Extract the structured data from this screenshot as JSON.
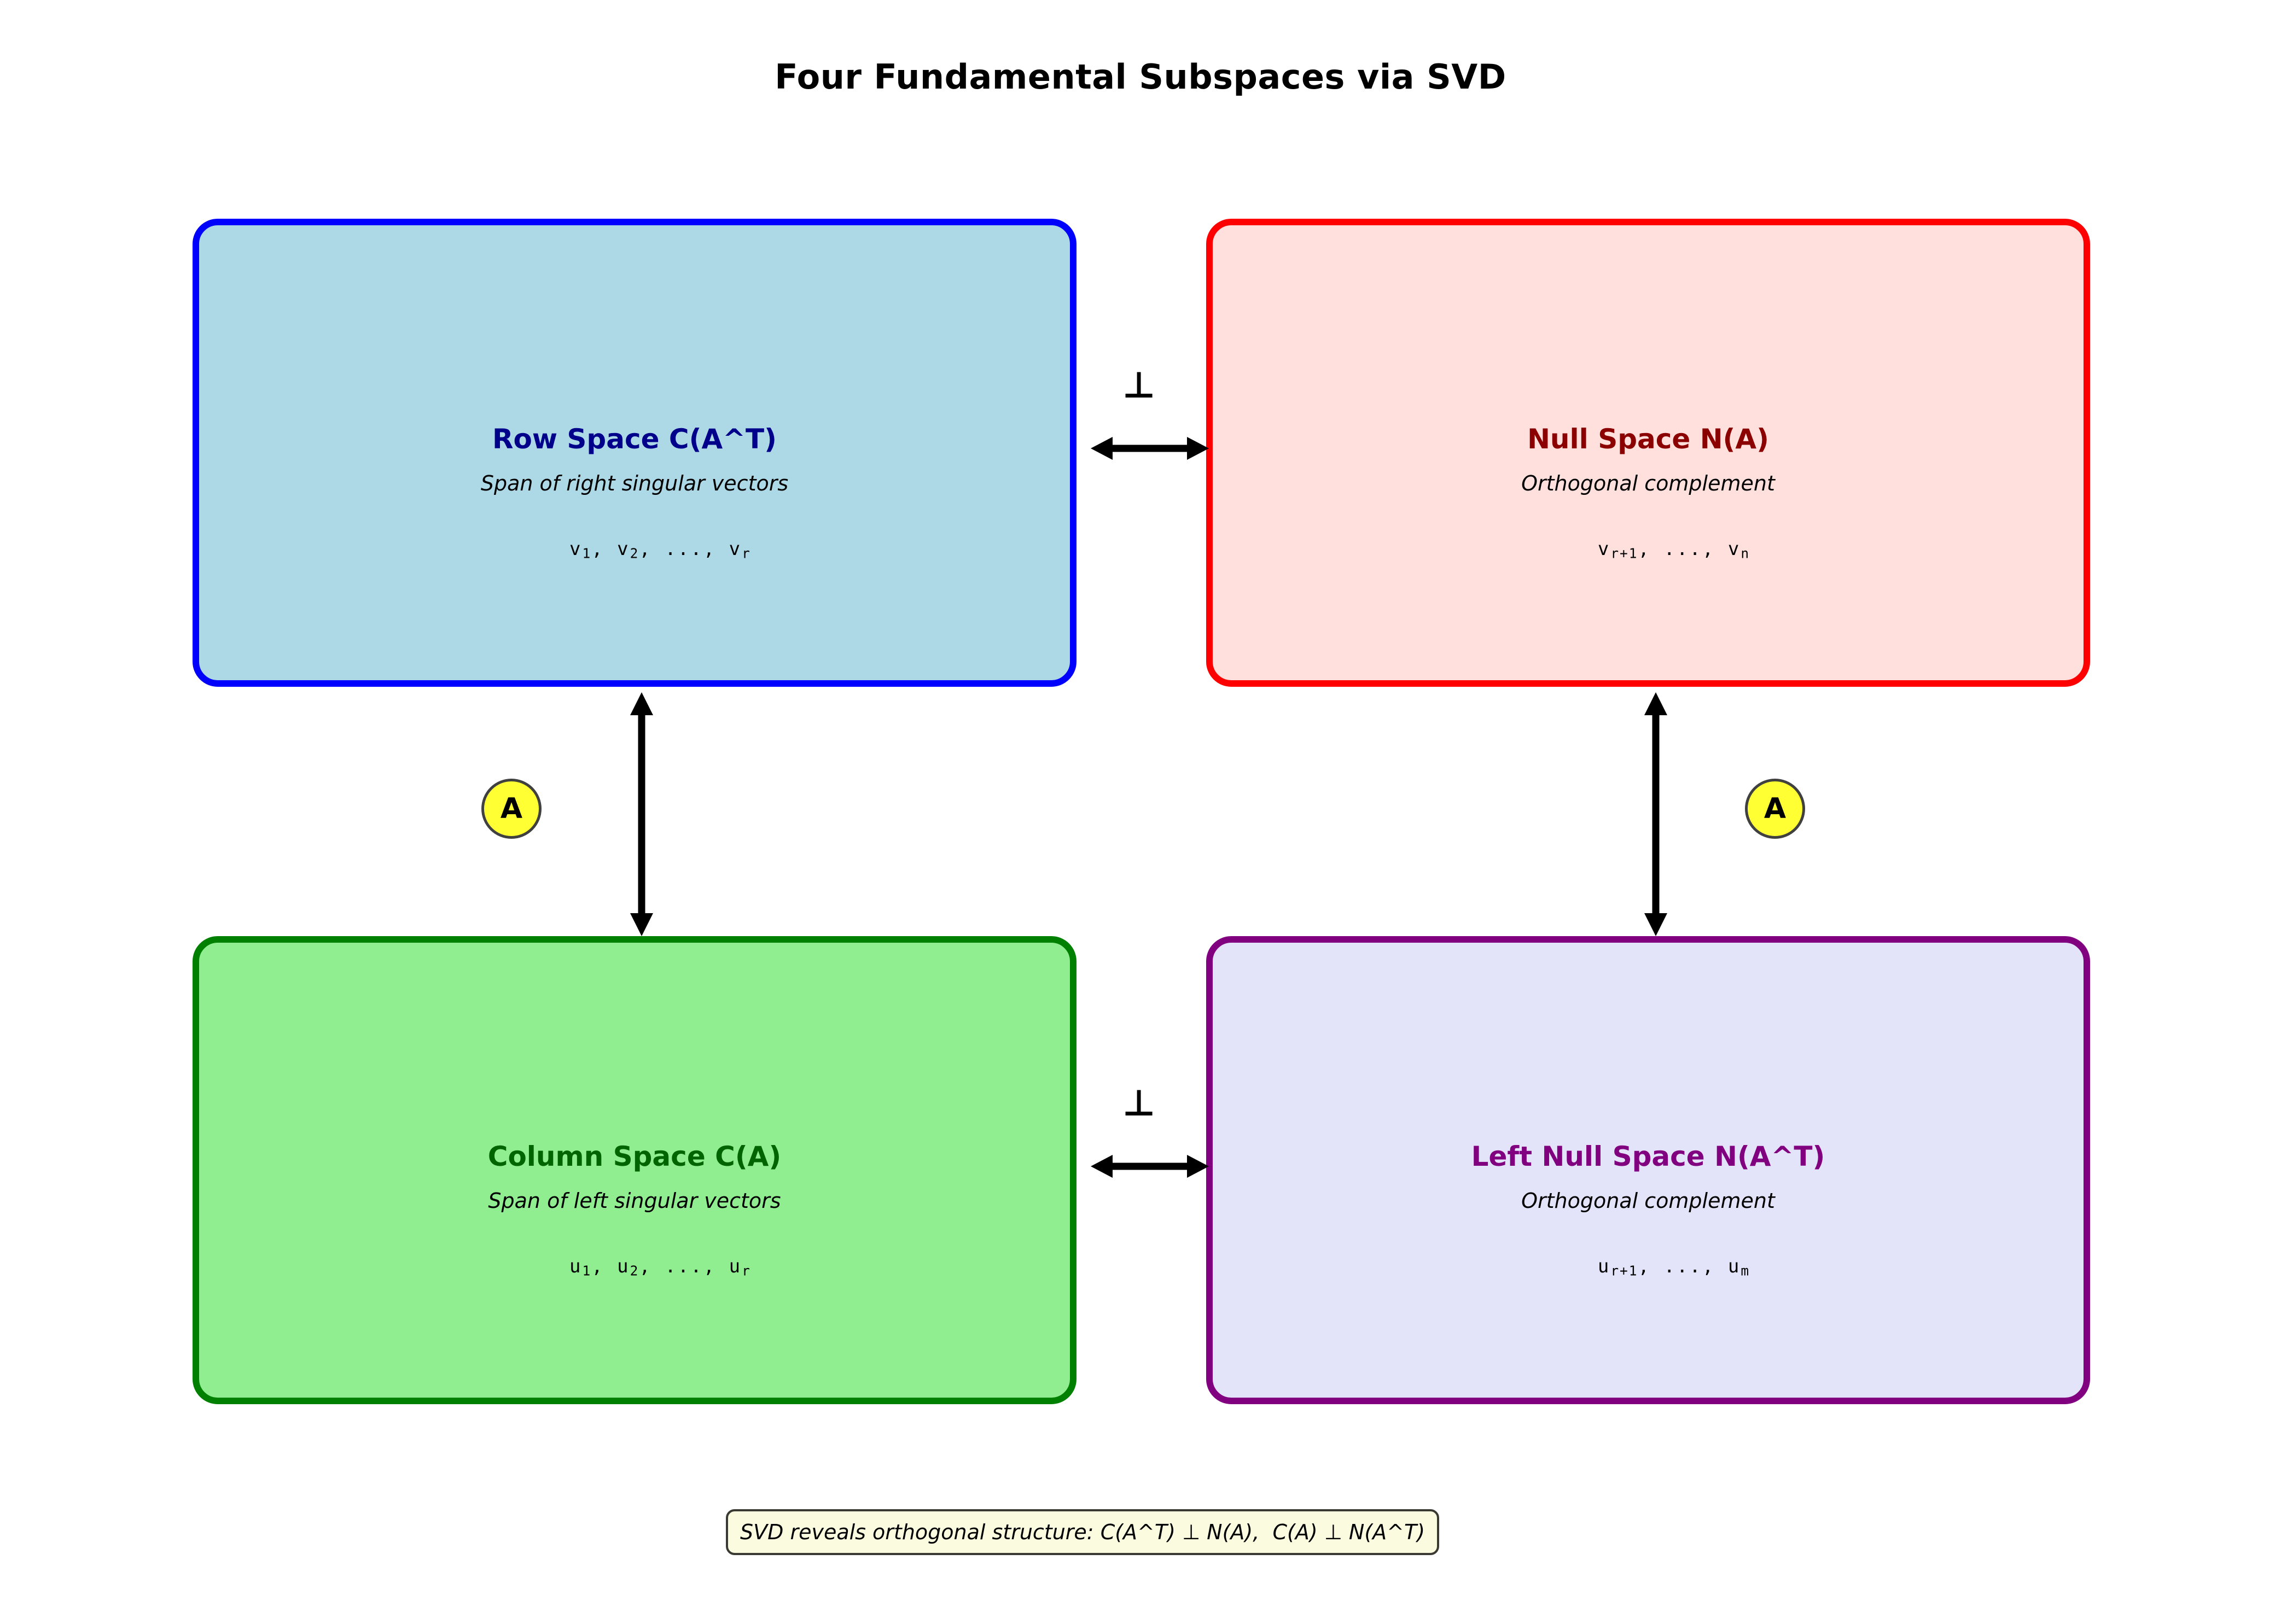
{
  "title": "Four Fundamental Subspaces via SVD",
  "boxes": {
    "row_space": {
      "title": "Row Space C(A^T)",
      "subtitle": "Span of right singular vectors",
      "vectors_prefix": "v",
      "vectors": "v₁, v₂, ..., vᵣ",
      "vector_parts": [
        "v",
        "1",
        ", ",
        "v",
        "2",
        ", ..., ",
        "v",
        "r"
      ],
      "border_color": "#0000ff",
      "fill_color": "#add8e6",
      "title_color": "#00008b"
    },
    "null_space": {
      "title": "Null Space N(A)",
      "subtitle": "Orthogonal complement",
      "vectors": "vᵣ₊₁, ..., vₙ",
      "vector_parts": [
        "v",
        "r+1",
        ", ..., ",
        "v",
        "n"
      ],
      "border_color": "#ff0000",
      "fill_color": "#ffe0dd",
      "title_color": "#8b0000"
    },
    "column_space": {
      "title": "Column Space C(A)",
      "subtitle": "Span of left singular vectors",
      "vectors": "u₁, u₂, ..., uᵣ",
      "vector_parts": [
        "u",
        "1",
        ", ",
        "u",
        "2",
        ", ..., ",
        "u",
        "r"
      ],
      "border_color": "#008000",
      "fill_color": "#90ee90",
      "title_color": "#006400"
    },
    "left_null_space": {
      "title": "Left Null Space N(A^T)",
      "subtitle": "Orthogonal complement",
      "vectors": "uᵣ₊₁, ..., uₘ",
      "vector_parts": [
        "u",
        "r+1",
        ", ..., ",
        "u",
        "m"
      ],
      "border_color": "#800080",
      "fill_color": "#e3e3fa",
      "title_color": "#800080"
    }
  },
  "connectors": {
    "perp_symbol": "⊥",
    "matrix_label": "A",
    "top_relation": "C(A^T) ⊥ N(A)",
    "bottom_relation": "C(A) ⊥ N(A^T)"
  },
  "footnote": "SVD reveals orthogonal structure: C(A^T) ⊥ N(A),  C(A) ⊥ N(A^T)",
  "colors": {
    "badge_fill": "#ffff33",
    "badge_border": "#404040",
    "footnote_fill": "#fbfbe0",
    "footnote_border": "#3a3a32",
    "background": "#ffffff"
  }
}
